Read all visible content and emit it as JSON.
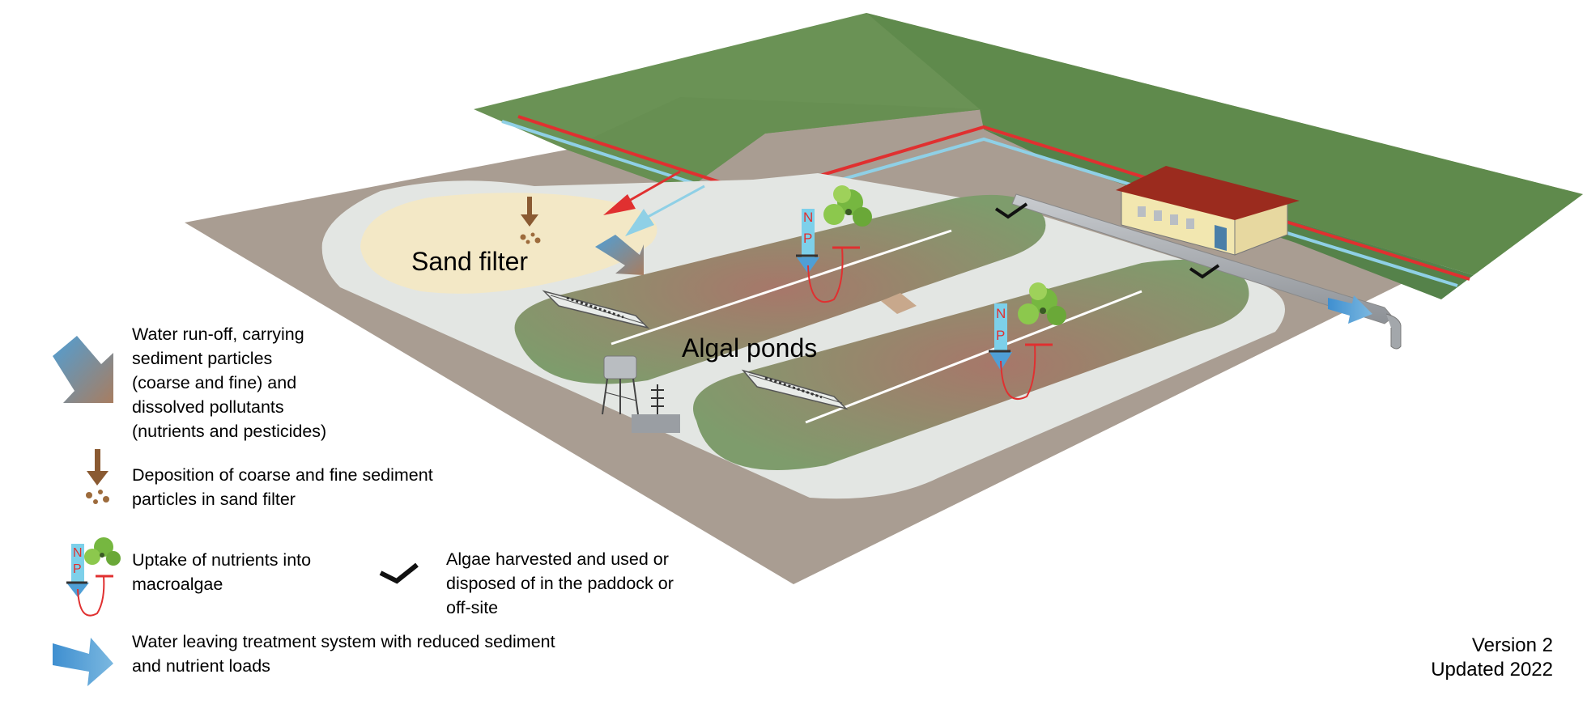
{
  "labels": {
    "sand_filter": "Sand filter",
    "algal_ponds": "Algal ponds"
  },
  "legend": [
    {
      "icon": "runoff-arrow-icon",
      "lines": [
        "Water run-off, carrying",
        "sediment particles",
        "(coarse and fine) and",
        "dissolved pollutants",
        "(nutrients and pesticides)"
      ]
    },
    {
      "icon": "sediment-deposition-icon",
      "lines": [
        "Deposition of coarse and fine sediment",
        "particles in sand filter"
      ]
    },
    {
      "icon": "nutrient-uptake-icon",
      "lines": [
        "Uptake of nutrients into",
        "macroalgae"
      ],
      "glyphs": [
        "N",
        "P"
      ]
    },
    {
      "icon": "algae-harvest-icon",
      "lines": [
        "Algae harvested and used or",
        "disposed of in the paddock or",
        "off-site"
      ]
    },
    {
      "icon": "outflow-arrow-icon",
      "lines": [
        "Water leaving treatment system with reduced sediment",
        "and nutrient loads"
      ]
    }
  ],
  "version": {
    "line1": "Version 2",
    "line2": "Updated 2022"
  },
  "colors": {
    "field_green": "#5f8a4c",
    "gravel": "#a89a8f",
    "concrete": "#e3e6e3",
    "sand": "#f3e8c6",
    "pond": "#7e9c6c",
    "drain_red": "#e03030",
    "channel_blue": "#8fd0e6",
    "building_wall": "#f2e7b0",
    "building_roof": "#9b2b1e"
  }
}
